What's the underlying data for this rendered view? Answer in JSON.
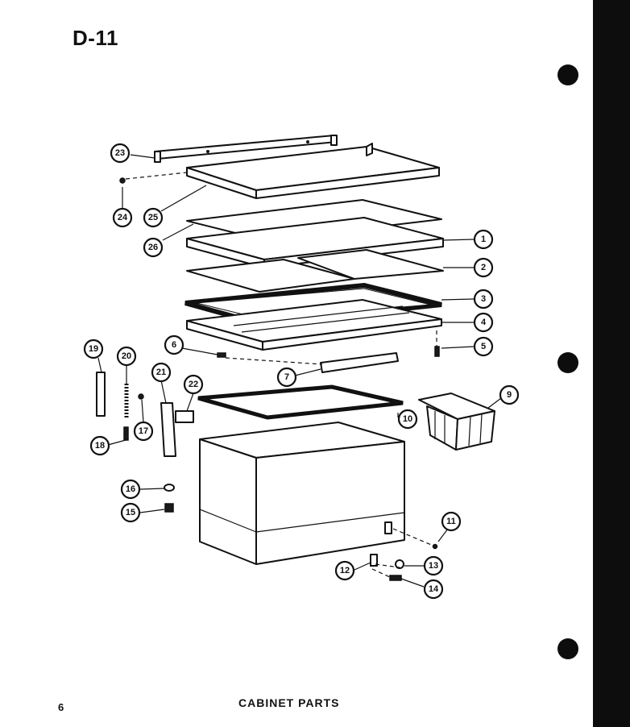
{
  "header": {
    "title": "D-11"
  },
  "footer": {
    "page_number": "6",
    "caption": "CABINET PARTS"
  },
  "callouts": [
    "1",
    "2",
    "3",
    "4",
    "5",
    "6",
    "7",
    "9",
    "10",
    "11",
    "12",
    "13",
    "14",
    "15",
    "16",
    "17",
    "18",
    "19",
    "20",
    "21",
    "22",
    "23",
    "24",
    "25",
    "26"
  ],
  "colors": {
    "ink": "#111111",
    "paper": "#ffffff",
    "binding": "#0d0d0d"
  }
}
